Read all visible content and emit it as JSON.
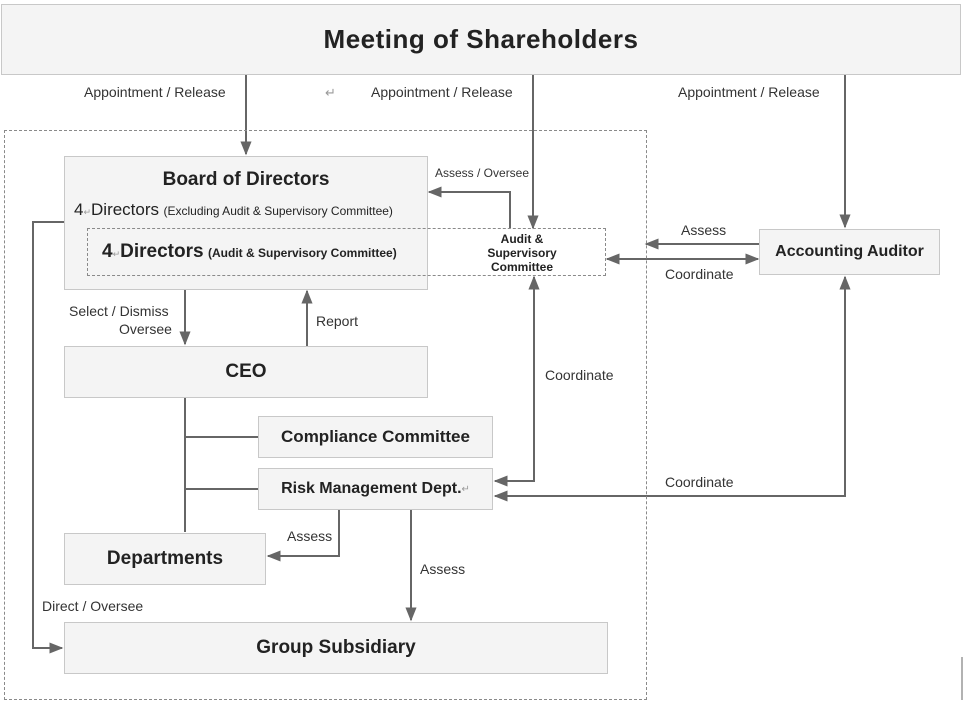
{
  "nodes": {
    "shareholders": "Meeting of Shareholders",
    "board": "Board of Directors",
    "board_line1_count": "4",
    "board_line1_label": "Directors",
    "board_line1_note": "(Excluding Audit & Supervisory Committee)",
    "board_line2_count": "4",
    "board_line2_label": "Directors",
    "board_line2_note": "(Audit & Supervisory Committee)",
    "audit_committee_1": "Audit &",
    "audit_committee_2": "Supervisory",
    "audit_committee_3": "Committee",
    "accounting_auditor": "Accounting Auditor",
    "ceo": "CEO",
    "compliance": "Compliance Committee",
    "risk": "Risk Management Dept.",
    "departments": "Departments",
    "subsidiary": "Group Subsidiary"
  },
  "labels": {
    "appoint_board": "Appointment / Release",
    "appoint_audit": "Appointment / Release",
    "appoint_accounting": "Appointment / Release",
    "assess_oversee": "Assess / Oversee",
    "assess_accounting": "Assess",
    "coordinate_accounting": "Coordinate",
    "select_dismiss": "Select / Dismiss",
    "oversee": "Oversee",
    "report": "Report",
    "coordinate_audit_risk": "Coordinate",
    "coordinate_accounting_risk": "Coordinate",
    "assess_departments": "Assess",
    "assess_subsidiary": "Assess",
    "direct_oversee": "Direct / Oversee"
  },
  "marks": {
    "return_mark": "↵",
    "small_return_mark": "↵"
  }
}
